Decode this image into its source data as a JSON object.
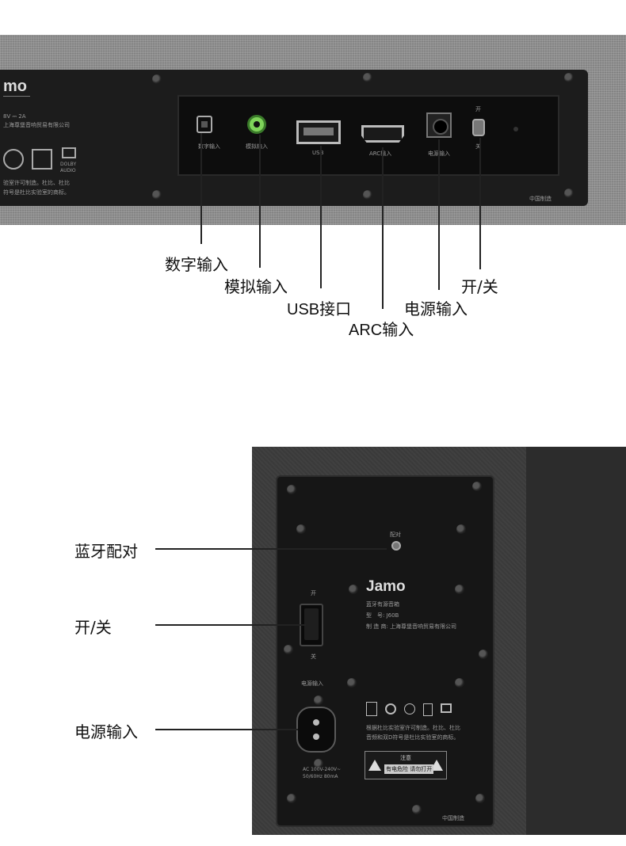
{
  "top": {
    "brand": "mo",
    "panel_texts": [
      "8V ⎓ 2A",
      "上海尊堡音响贸易有限公司",
      "验室许可制造。杜比、杜比",
      "符号是杜比实验室的商标。"
    ],
    "port_texts": {
      "optical": "数字输入",
      "aux": "模拟输入",
      "usb": "USB",
      "hdmi": "ARC输入",
      "power": "电源输入",
      "switch_on": "开",
      "switch_off": "关"
    },
    "made_in": "中国制造",
    "dolby": "DOLBY AUDIO"
  },
  "callouts_top": {
    "digital": "数字输入",
    "analog": "模拟输入",
    "usb": "USB接口",
    "arc": "ARC输入",
    "power": "电源输入",
    "switch": "开/关"
  },
  "sub": {
    "pair_text": "配对",
    "brand": "Jamo",
    "product_name": "蓝牙有源音箱",
    "model": "型　号: J60B",
    "maker": "制 造 商: 上海尊堡音响贸易有限公司",
    "switch_on": "开",
    "switch_off": "关",
    "power_label": "电源输入",
    "ac_spec_1": "AC 100V-240V~",
    "ac_spec_2": "50/60Hz 80mA",
    "cert_1": "根据杜比实验室许可制造。杜比、杜比",
    "cert_2": "音频和双D符号是杜比实验室的商标。",
    "warn_title": "注意",
    "warn_text": "有电危险 请勿打开",
    "made_in": "中国制造"
  },
  "callouts_sub": {
    "pair": "蓝牙配对",
    "switch": "开/关",
    "power": "电源输入"
  },
  "colors": {
    "aux_port": "#7fd35a",
    "panel": "#1c1c1c",
    "fabric": "#8f8f8f"
  }
}
